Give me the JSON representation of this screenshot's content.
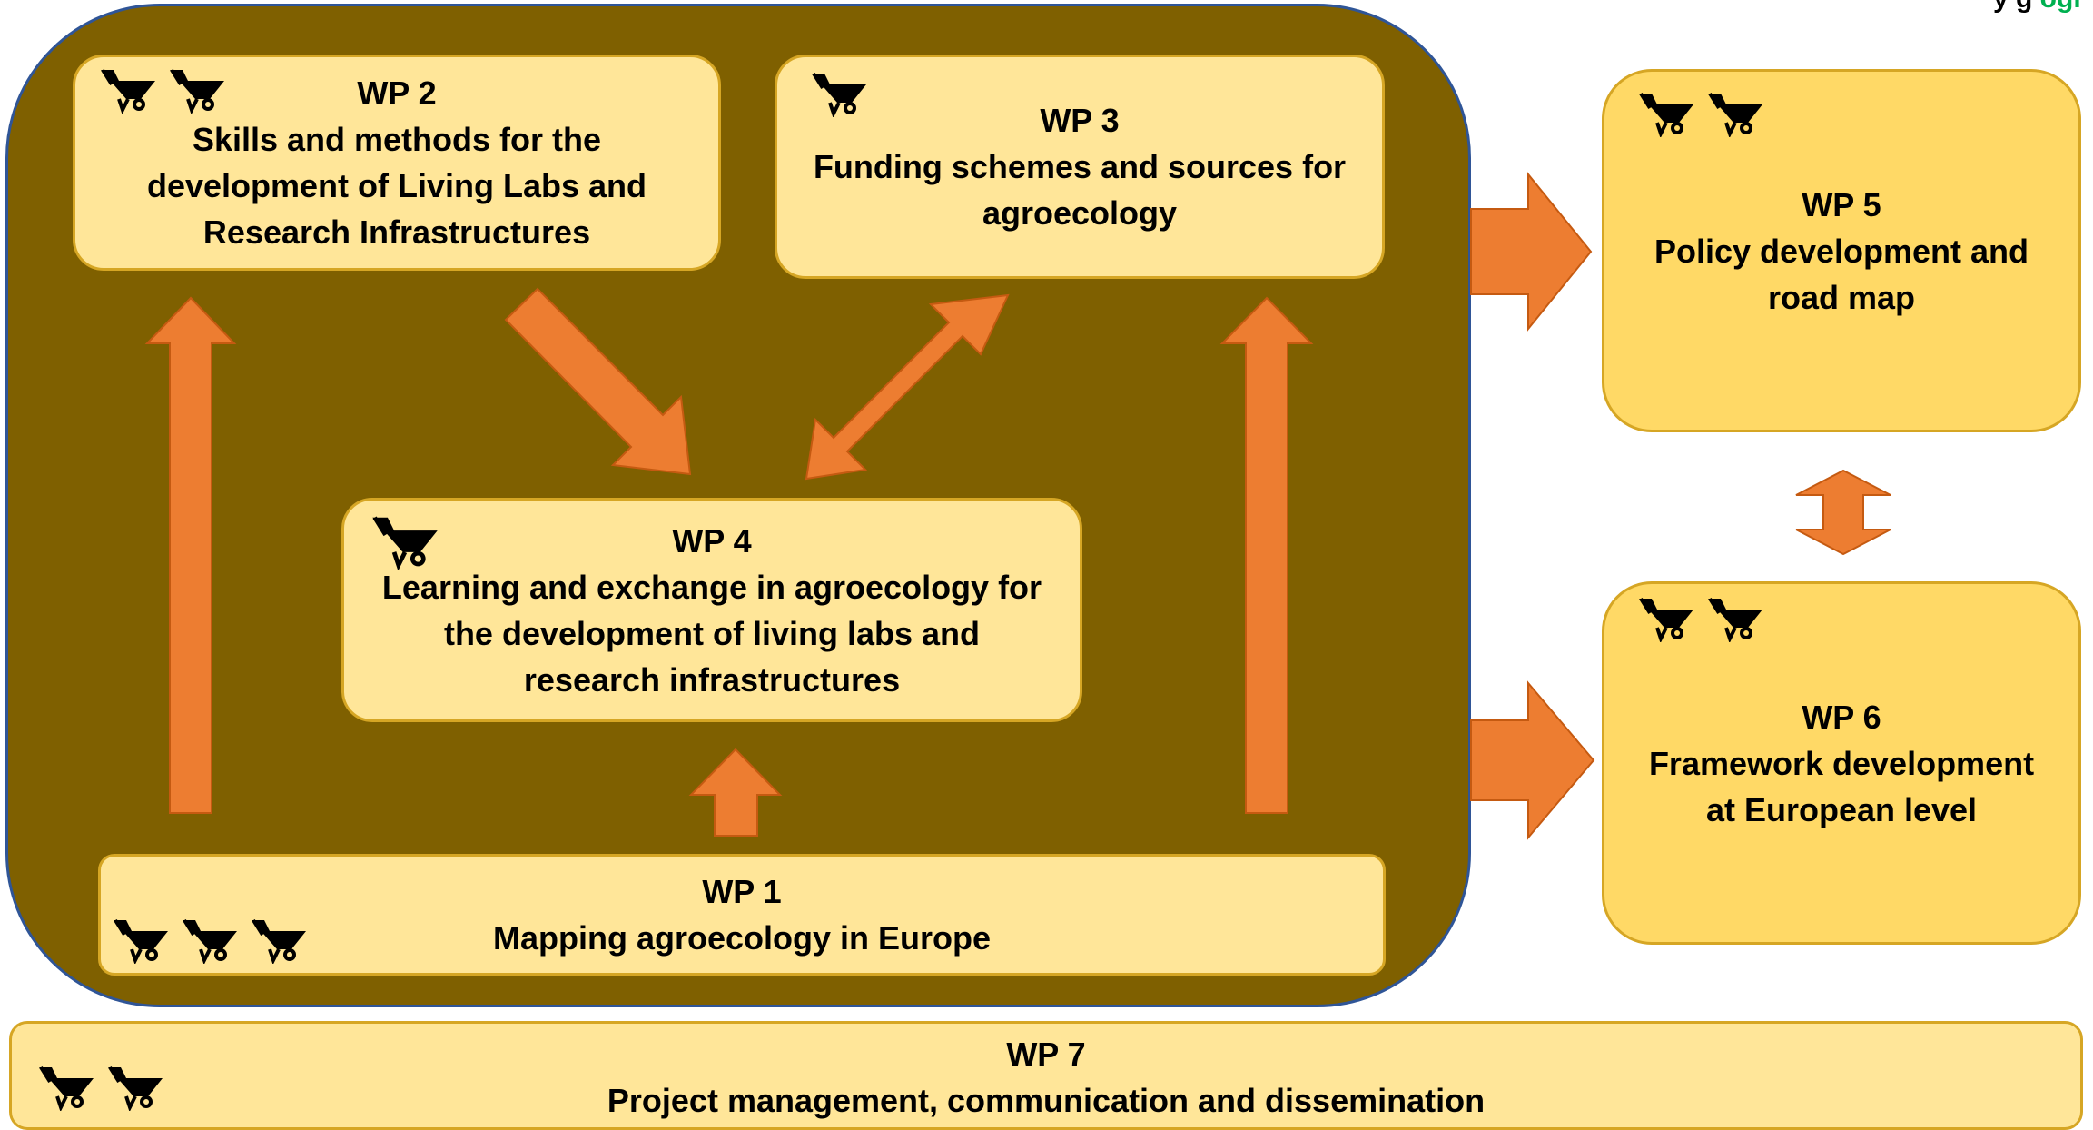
{
  "corner_text": {
    "dark": "y g",
    "green": "ogr"
  },
  "colors": {
    "outer_bg": "#7f6000",
    "outer_border": "#2f5597",
    "box_fill": "#ffe699",
    "box_fill_gold": "#ffd966",
    "box_border": "#d6a624",
    "arrow": "#ed7d31"
  },
  "wp1": {
    "id": "WP 1",
    "title": "Mapping agroecology in Europe",
    "carts": 3
  },
  "wp2": {
    "id": "WP 2",
    "title_lines": [
      "Skills and methods for the",
      "development of Living Labs and",
      "Research Infrastructures"
    ],
    "carts": 2
  },
  "wp3": {
    "id": "WP 3",
    "title_lines": [
      "Funding schemes and sources for",
      "agroecology"
    ],
    "carts": 1
  },
  "wp4": {
    "id": "WP 4",
    "title_lines": [
      "Learning and exchange in agroecology for",
      "the development of living labs and",
      "research infrastructures"
    ],
    "carts": 1
  },
  "wp5": {
    "id": "WP 5",
    "title_lines": [
      "Policy  development and",
      "road map"
    ],
    "carts": 2
  },
  "wp6": {
    "id": "WP 6",
    "title_lines": [
      "Framework development",
      "at European level"
    ],
    "carts": 2
  },
  "wp7": {
    "id": "WP 7",
    "title": "Project management, communication and dissemination",
    "carts": 2
  },
  "icons": {
    "cart": "wheelbarrow-icon"
  }
}
